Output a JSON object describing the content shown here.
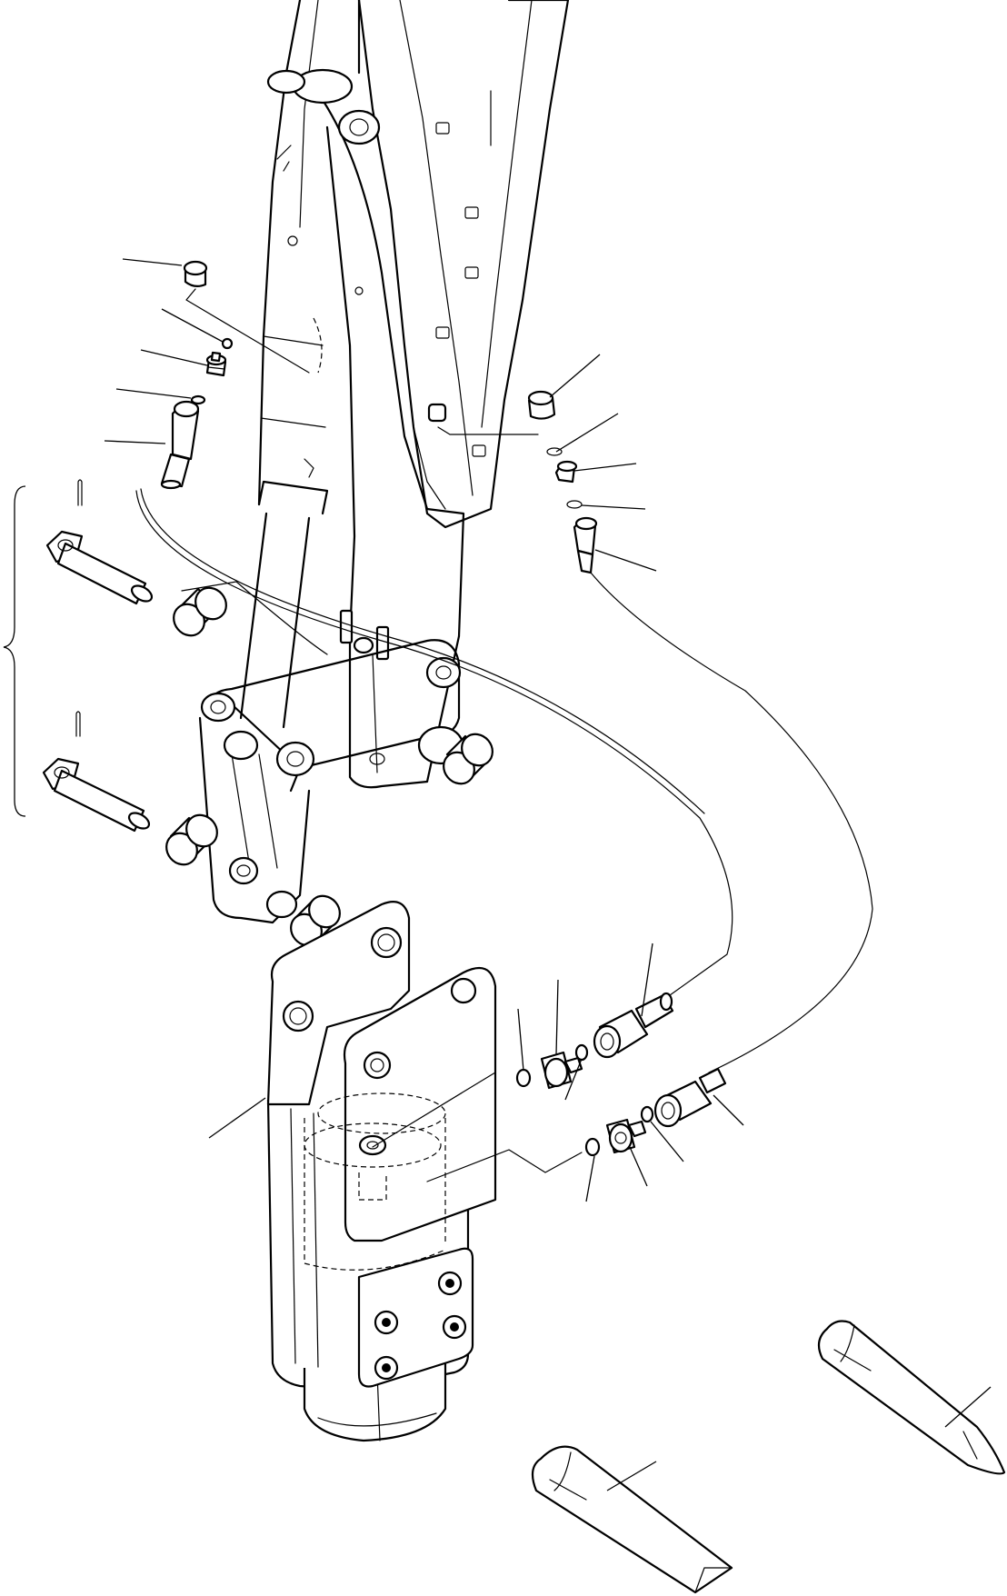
{
  "drawing": {
    "assembly_groups": [
      {
        "name": "boom-arm"
      },
      {
        "name": "hydraulic-cylinder"
      },
      {
        "name": "linkage-bracket"
      },
      {
        "name": "hydraulic-hammer"
      },
      {
        "name": "left-hose-fitting-stack"
      },
      {
        "name": "right-hose-fitting-stack"
      },
      {
        "name": "lower-fitting-stack"
      },
      {
        "name": "pin-kit"
      },
      {
        "name": "chisel-tools"
      }
    ]
  }
}
